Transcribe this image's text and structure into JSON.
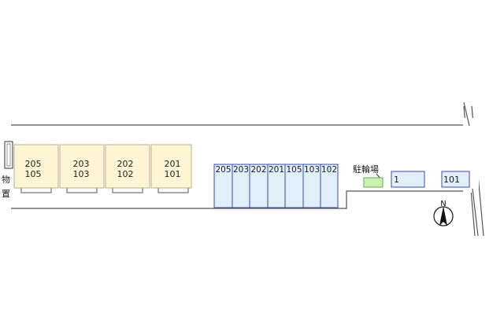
{
  "buildings": [
    {
      "upper": "205",
      "lower": "105"
    },
    {
      "upper": "203",
      "lower": "103"
    },
    {
      "upper": "202",
      "lower": "102"
    },
    {
      "upper": "201",
      "lower": "101"
    }
  ],
  "storage": {
    "chars": [
      "物",
      "置"
    ]
  },
  "parking_stalls": [
    "205",
    "203",
    "202",
    "201",
    "105",
    "103",
    "102"
  ],
  "bike_parking": {
    "label": "駐輪場"
  },
  "extra_spots": [
    {
      "label": "1"
    },
    {
      "label": "101"
    }
  ],
  "compass": {
    "label": "N"
  },
  "colors": {
    "building_fill": "#fdf5d3",
    "building_stroke": "#b8b08a",
    "stall_fill": "#dff0fb",
    "stall_stroke": "#3a4aa8",
    "bike_fill": "#c9f0b0",
    "road_stroke": "#444444"
  }
}
